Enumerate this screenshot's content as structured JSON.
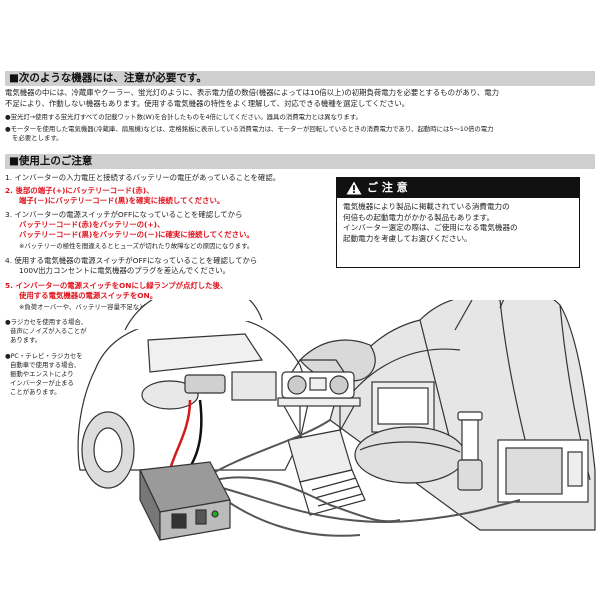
{
  "section1": {
    "header": "■次のような機器には、注意が必要です。",
    "para_l1": "電気機器の中には、冷蔵庫やクーラー、蛍光灯のように、表示電力値の数倍(機器によっては10倍以上)の初期負荷電力を必要とするものがあり、電力",
    "para_l2": "不足により、作動しない機器もあります。使用する電気機器の特性をよく理解して、対応できる機種を選定してください。",
    "note1": "●蛍光灯→使用する蛍光灯すべての記載ワット数(W)を合計したものを4倍にしてください。器具の消費電力とは異なります。",
    "note2_l1": "●モーターを使用した電気機器(冷蔵庫、扇風機)などは、定格銘板に表示している消費電力は、モーターが回転しているときの消費電力であり、起動時には5～10倍の電力",
    "note2_l2": "を必要とします。"
  },
  "section2": {
    "header": "■使用上のご注意",
    "item1": "1. インバーターの入力電圧と接続するバッテリーの電圧があっていることを確認。",
    "item2_l1": "2. 後部の端子(+)にバッテリーコード(赤)、",
    "item2_l2": "端子(－)にバッテリーコード(黒)を確実に接続してください。",
    "item3_l1": "3. インバーターの電源スイッチがOFFになっていることを確認してから",
    "item3_l2": "バッテリーコード(赤)をバッテリーの(+)、",
    "item3_l3": "バッテリーコード(黒)をバッテリーの(－)に確実に接続してください。",
    "item3_note": "※バッテリーの極性を間違えるとヒューズが切れたり故障などの原因になります。",
    "item4_l1": "4. 使用する電気機器の電源スイッチがOFFになっていることを確認してから",
    "item4_l2": "100V出力コンセントに電気機器のプラグを差込んでください。",
    "item5_l1": "5. インバーターの電源スイッチをONにし緑ランプが点灯した後、",
    "item5_l2": "使用する電気機器の電源スイッチをON。",
    "item5_note": "※負荷オーバーや、バッテリー容量不足などの場合は、赤ランプが点灯します。"
  },
  "caution": {
    "title": "ご 注 意",
    "l1": "電気機器により製品に掲載されている消費電力の",
    "l2": "何倍もの起動電力がかかる製品もあります。",
    "l3": "インバーター選定の際は、ご使用になる電気機器の",
    "l4": "起動電力を考慮してお選びください。"
  },
  "side_notes": {
    "a1": "●ラジカセを使用する場合、",
    "a2": "音声にノイズが入ることが",
    "a3": "あります。",
    "b1": "●PC・テレビ・ラジカセを",
    "b2": "自動車で使用する場合、",
    "b3": "振動やエンストにより",
    "b4": "インバーターが止まる",
    "b5": "ことがあります。"
  },
  "colors": {
    "section_bar": "#cfcfcf",
    "warning_red": "#e0141e",
    "caution_head": "#111111"
  },
  "icons": [
    "warning-triangle-icon"
  ]
}
